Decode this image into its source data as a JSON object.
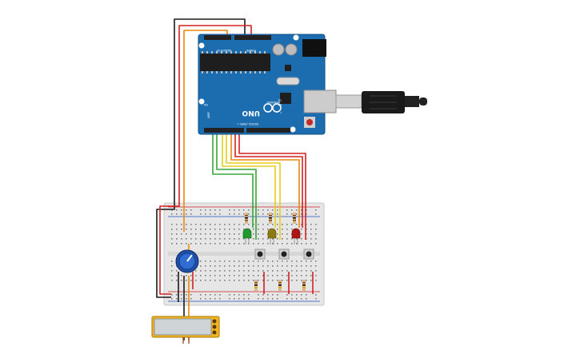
{
  "board": {
    "brand": "ARDUINO",
    "model": "UNO",
    "power_header": "POWER",
    "analog_header": "ANALOG IN",
    "digital_header": "DIGITAL (PWM~)",
    "tx_label": "TX",
    "rx_label": "RX",
    "l_label": "L",
    "on_label": "ON",
    "aref_label": "AREF"
  },
  "leds": [
    {
      "color": "#1f9a2e"
    },
    {
      "color": "#8a7a10"
    },
    {
      "color": "#b01515"
    }
  ],
  "wire_colors": {
    "black": "#1a1a1a",
    "red": "#d32020",
    "orange": "#e8890c",
    "yellow": "#e6cf1a",
    "green": "#3aa53a"
  }
}
